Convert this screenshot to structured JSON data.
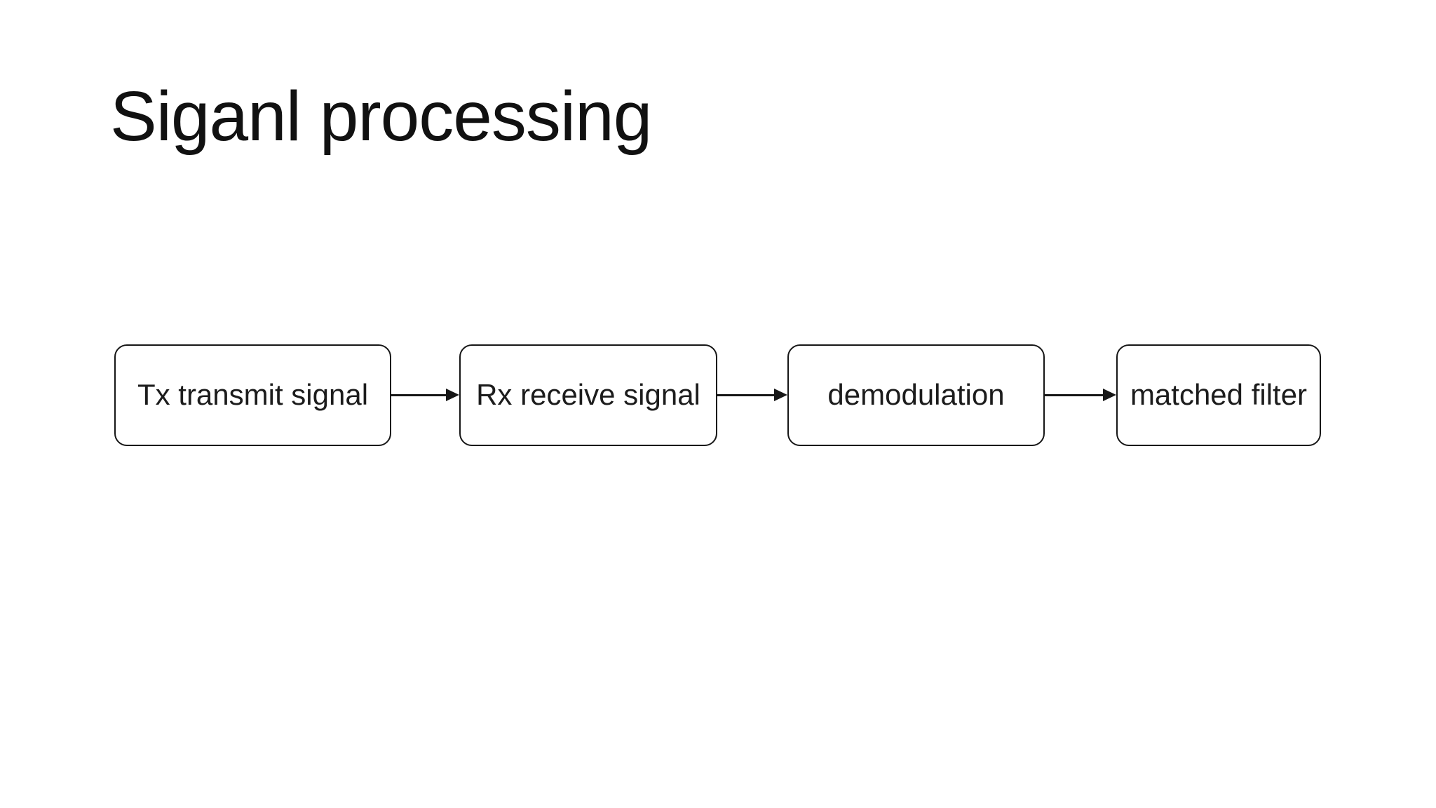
{
  "slide": {
    "title": "Siganl processing",
    "background_color": "#ffffff"
  },
  "flowchart": {
    "nodes": [
      {
        "id": "tx-transmit-signal",
        "label": "Tx transmit signal"
      },
      {
        "id": "rx-receive-signal",
        "label": "Rx receive signal"
      },
      {
        "id": "demodulation",
        "label": "demodulation"
      },
      {
        "id": "matched-filter",
        "label": "matched filter"
      }
    ],
    "connections": [
      {
        "from": "tx-transmit-signal",
        "to": "rx-receive-signal",
        "style": "solid-line-right-arrow"
      },
      {
        "from": "rx-receive-signal",
        "to": "demodulation",
        "style": "solid-line-right-arrow"
      },
      {
        "from": "demodulation",
        "to": "matched-filter",
        "style": "solid-line-right-arrow"
      }
    ],
    "colors": {
      "node_border": "#161616",
      "node_fill": "#ffffff",
      "node_text": "#1c1c1c",
      "arrow": "#161616",
      "title_text": "#111111"
    }
  }
}
